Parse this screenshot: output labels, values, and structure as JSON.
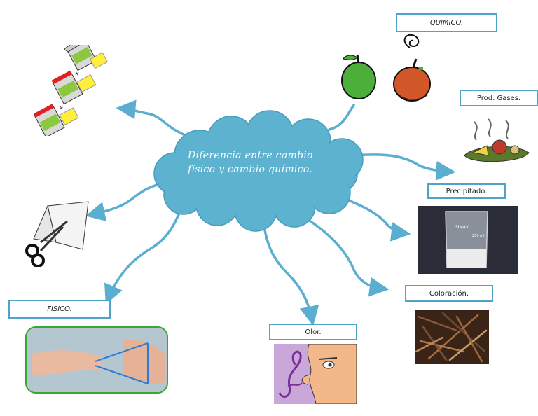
{
  "center": {
    "line1": "Diferencia entre cambio",
    "line2": "físico y cambio químico."
  },
  "labels": {
    "quimico": "QUIMICO.",
    "prod_gases": "Prod. Gases.",
    "precipitado": "Precipitado.",
    "coloracion": "Coloración.",
    "olor": "Olor.",
    "fisico": "FISICO."
  },
  "beaker": {
    "brand": "SIMAX",
    "mark": "250 ml"
  },
  "colors": {
    "cloud": "#5db3cf",
    "connector": "#5aaed0",
    "box_border": "#4fa3c9",
    "text": "#222222"
  }
}
